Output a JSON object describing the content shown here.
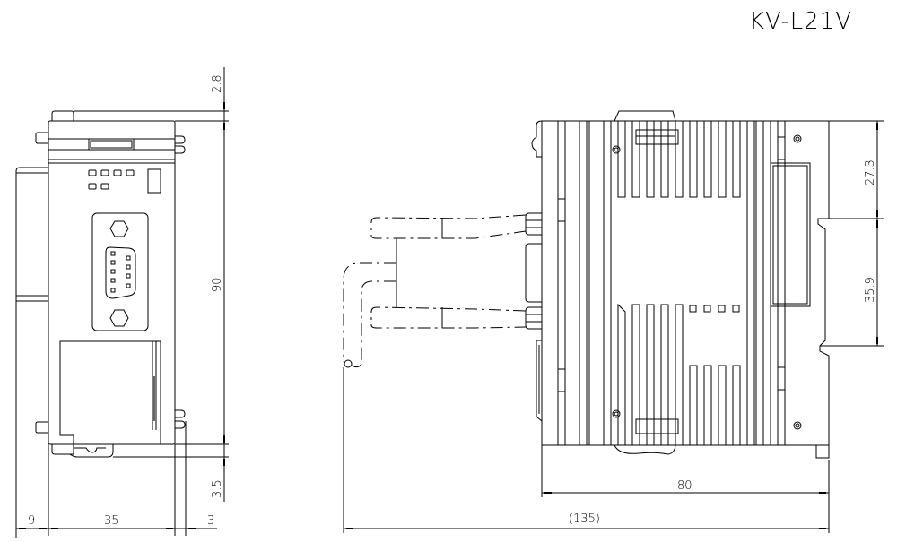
{
  "title": "KV-L21V",
  "front_view": {
    "dimensions": {
      "top_offset": "2.8",
      "height": "90",
      "bottom_offset": "3.5",
      "left_width": "9",
      "body_width": "35",
      "right_width": "3"
    }
  },
  "side_view": {
    "dimensions": {
      "upper_height": "27.3",
      "rail_height": "35.9",
      "depth": "80",
      "total_depth": "(135)"
    }
  },
  "colors": {
    "line": "#000000",
    "background": "#ffffff"
  }
}
